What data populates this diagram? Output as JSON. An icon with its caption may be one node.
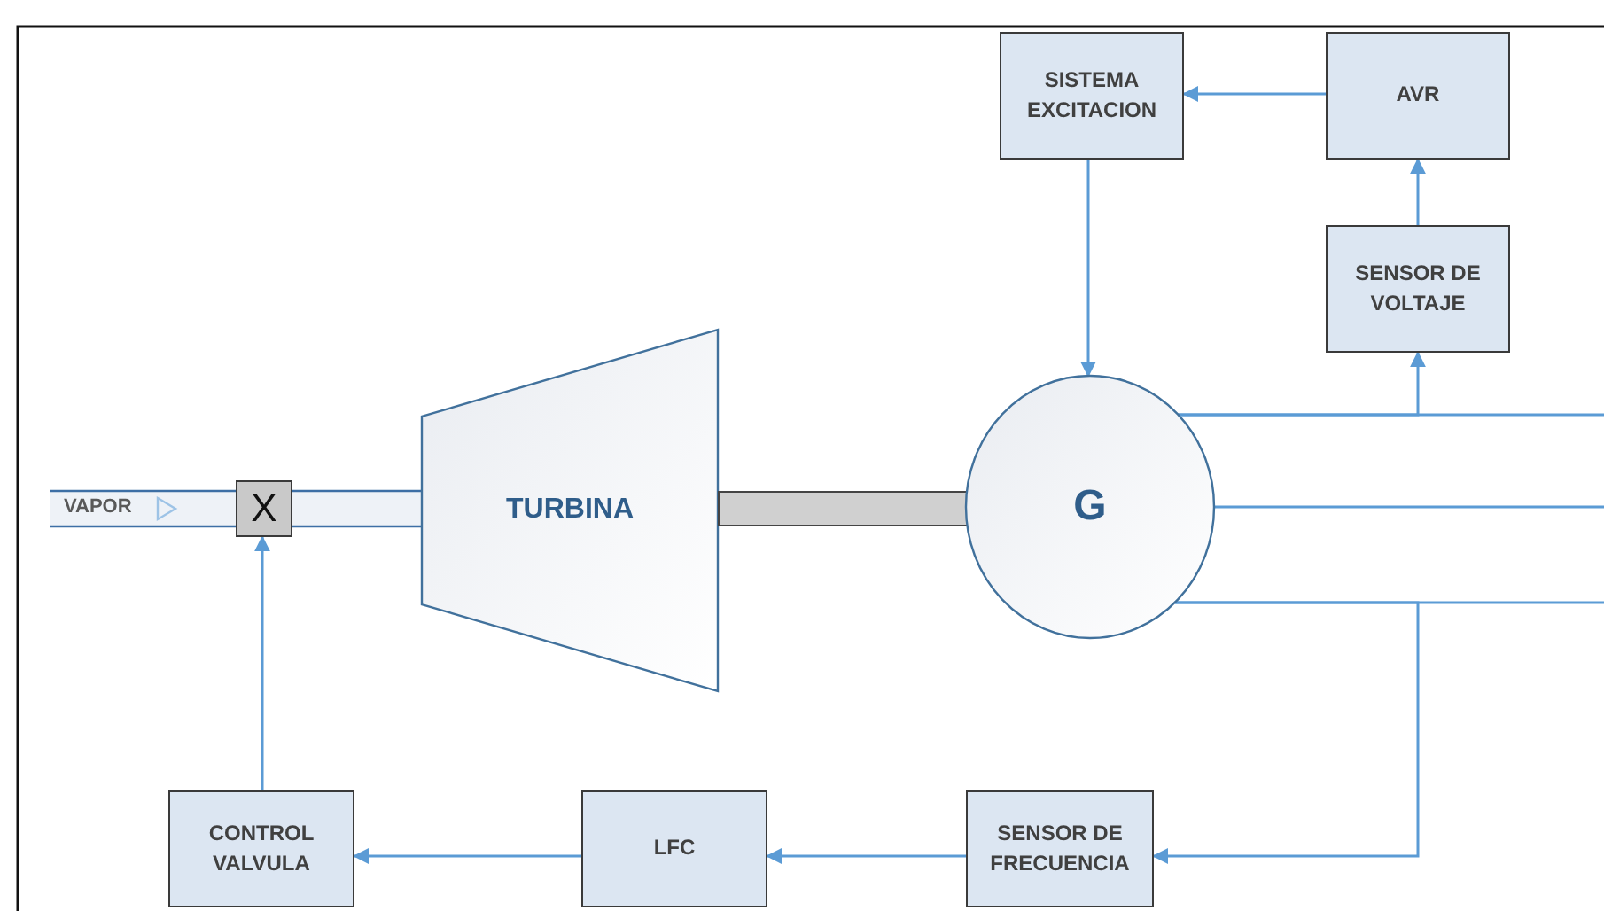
{
  "diagram": {
    "nodes": [
      {
        "text": [
          "SISTEMA EXCITACION"
        ]
      },
      {
        "text": [
          "AVR"
        ]
      },
      {
        "text": [
          "SENSOR DE VOLTAJE"
        ]
      },
      {
        "text": [
          "X"
        ]
      },
      {
        "text": [
          "TURBINA"
        ]
      },
      {
        "text": [],
        "shape": "bar"
      },
      {
        "text": [
          "G"
        ]
      },
      {
        "text": [
          "CONTROL VALVULA"
        ]
      },
      {
        "text": [
          "LFC"
        ]
      },
      {
        "text": [
          "SENSOR DE FRECUENCIA"
        ]
      }
    ],
    "edges": [
      {
        "from": 1,
        "to": 0,
        "arrow": "to"
      },
      {
        "from": 0,
        "to": 6,
        "arrow": "to"
      },
      {
        "from": 2,
        "to": 1,
        "arrow": "to"
      },
      {
        "from": 6,
        "to": 2,
        "arrow": "to"
      },
      {
        "from": 6,
        "to": null,
        "arrow": "none"
      },
      {
        "from": 6,
        "to": null,
        "arrow": "none"
      },
      {
        "from": 6,
        "to": null,
        "arrow": "none"
      },
      {
        "from": 6,
        "to": 9,
        "arrow": "to"
      },
      {
        "from": 9,
        "to": 8,
        "arrow": "to"
      },
      {
        "from": 8,
        "to": 7,
        "arrow": "to"
      },
      {
        "from": 7,
        "to": 3,
        "arrow": "to"
      }
    ],
    "labels": [
      "VAPOR"
    ]
  }
}
